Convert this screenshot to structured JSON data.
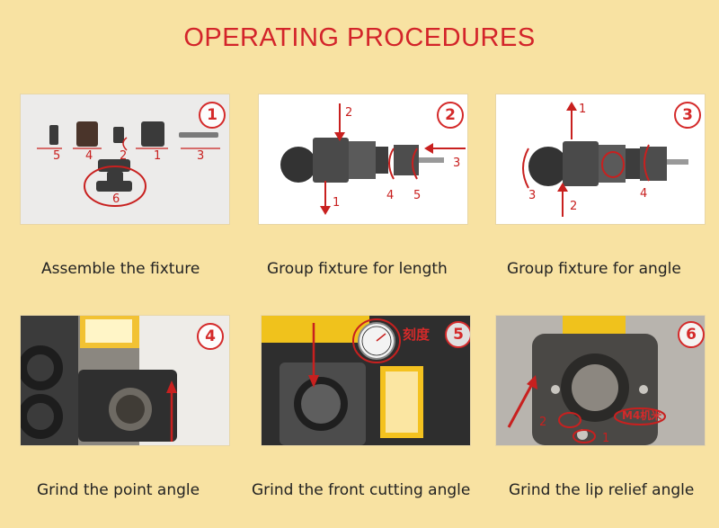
{
  "title": "OPERATING PROCEDURES",
  "steps": [
    {
      "num": "1",
      "caption": "Assemble the fixture",
      "labels": [
        "5",
        "4",
        "2",
        "1",
        "3",
        "6"
      ]
    },
    {
      "num": "2",
      "caption": "Group fixture for length",
      "labels": [
        "2",
        "1",
        "3",
        "4",
        "5"
      ]
    },
    {
      "num": "3",
      "caption": "Group fixture for angle",
      "labels": [
        "1",
        "3",
        "2",
        "4"
      ]
    },
    {
      "num": "4",
      "caption": "Grind the point angle"
    },
    {
      "num": "5",
      "caption": "Grind the front cutting angle",
      "scale_label": "刻度"
    },
    {
      "num": "6",
      "caption": "Grind the lip relief angle",
      "labels": [
        "2",
        "1"
      ],
      "screw_label": "M4机米"
    }
  ]
}
